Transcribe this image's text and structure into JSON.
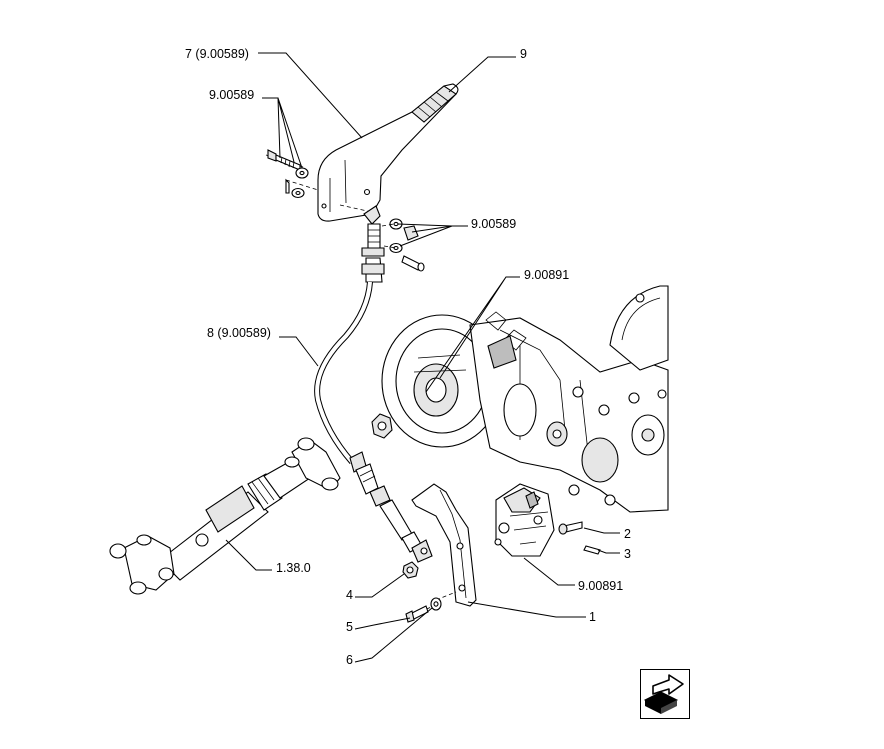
{
  "callouts": {
    "hand_lever": "7 (9.00589)",
    "grip": "9",
    "bolt_kit_top": "9.00589",
    "pin_kit": "9.00589",
    "cable": "8 (9.00589)",
    "transmission_top": "9.00891",
    "driveshaft": "1.38.0",
    "nut": "4",
    "screw": "5",
    "washer": "6",
    "bracket": "1",
    "pin": "2",
    "split_pin": "3",
    "brake_caliper": "9.00891"
  },
  "icons": {
    "next_page": "arrow-next-icon"
  }
}
